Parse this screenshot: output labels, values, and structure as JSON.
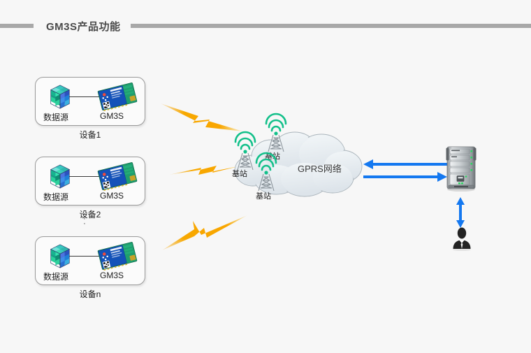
{
  "header": {
    "title": "GM3S产品功能",
    "rule_color": "#a8a8a8"
  },
  "devices": [
    {
      "source_label": "数据源",
      "module_label": "GM3S",
      "caption": "设备1",
      "module_text": "USR-GM3S",
      "module_sub": "www.usr.cn"
    },
    {
      "source_label": "数据源",
      "module_label": "GM3S",
      "caption": "设备2",
      "module_text": "USR-GM3S",
      "module_sub": "www.usr.cn"
    },
    {
      "source_label": "数据源",
      "module_label": "GM3S",
      "caption": "设备n",
      "module_text": "USR-GM3S",
      "module_sub": "www.usr.cn"
    }
  ],
  "ellipsis": {
    "dot": "·"
  },
  "network": {
    "cloud_label": "GPRS网络",
    "base_stations": [
      {
        "label": "基站"
      },
      {
        "label": "基站"
      },
      {
        "label": "基站"
      }
    ],
    "signal_color": "#13c08a",
    "cloud_fill": "#e5eaee",
    "cloud_stroke": "#a9b3ba"
  },
  "links": {
    "bolt_color": "#f5a300",
    "arrow_color": "#1478f0"
  },
  "icons": {
    "data_source": "data-cube-icon",
    "module": "gm3s-module-icon",
    "tower": "cell-tower-icon",
    "cloud": "cloud-icon",
    "server": "server-tower-icon",
    "user": "user-silhouette-icon",
    "bolt": "lightning-bolt-icon",
    "arrow_left": "arrow-left-icon",
    "arrow_right": "arrow-right-icon",
    "arrow_updown": "arrow-up-down-icon"
  }
}
